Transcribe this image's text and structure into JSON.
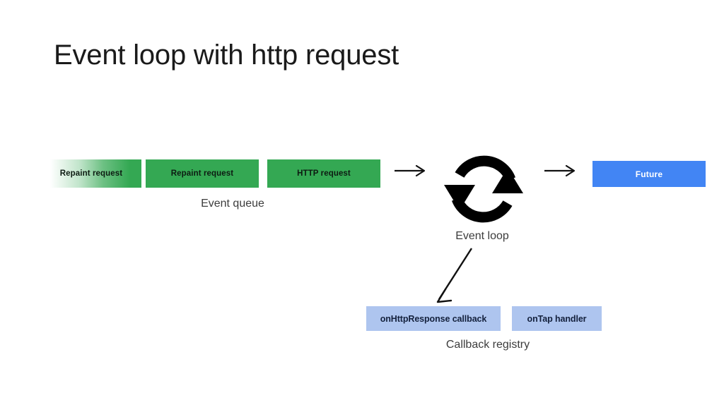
{
  "slide": {
    "title": "Event loop with http request",
    "background_color": "#ffffff"
  },
  "colors": {
    "green": "#34a853",
    "blue": "#4285f4",
    "light_blue": "#aec5ef",
    "text_dark": "#1a1a1a",
    "caption": "#3c3c3c",
    "arrow": "#111111"
  },
  "event_queue": {
    "caption": "Event queue",
    "items": [
      {
        "label": "Repaint request",
        "faded": true
      },
      {
        "label": "Repaint request",
        "faded": false
      },
      {
        "label": "HTTP request",
        "faded": false
      }
    ]
  },
  "event_loop": {
    "caption": "Event loop",
    "icon": "circular-loop-icon"
  },
  "future": {
    "label": "Future"
  },
  "callback_registry": {
    "caption": "Callback registry",
    "items": [
      {
        "label": "onHttpResponse callback"
      },
      {
        "label": "onTap handler"
      }
    ]
  },
  "arrows": [
    {
      "name": "queue-to-loop-arrow",
      "direction": "right"
    },
    {
      "name": "loop-to-future-arrow",
      "direction": "right"
    },
    {
      "name": "loop-to-callback-arrow",
      "direction": "down-left"
    }
  ]
}
